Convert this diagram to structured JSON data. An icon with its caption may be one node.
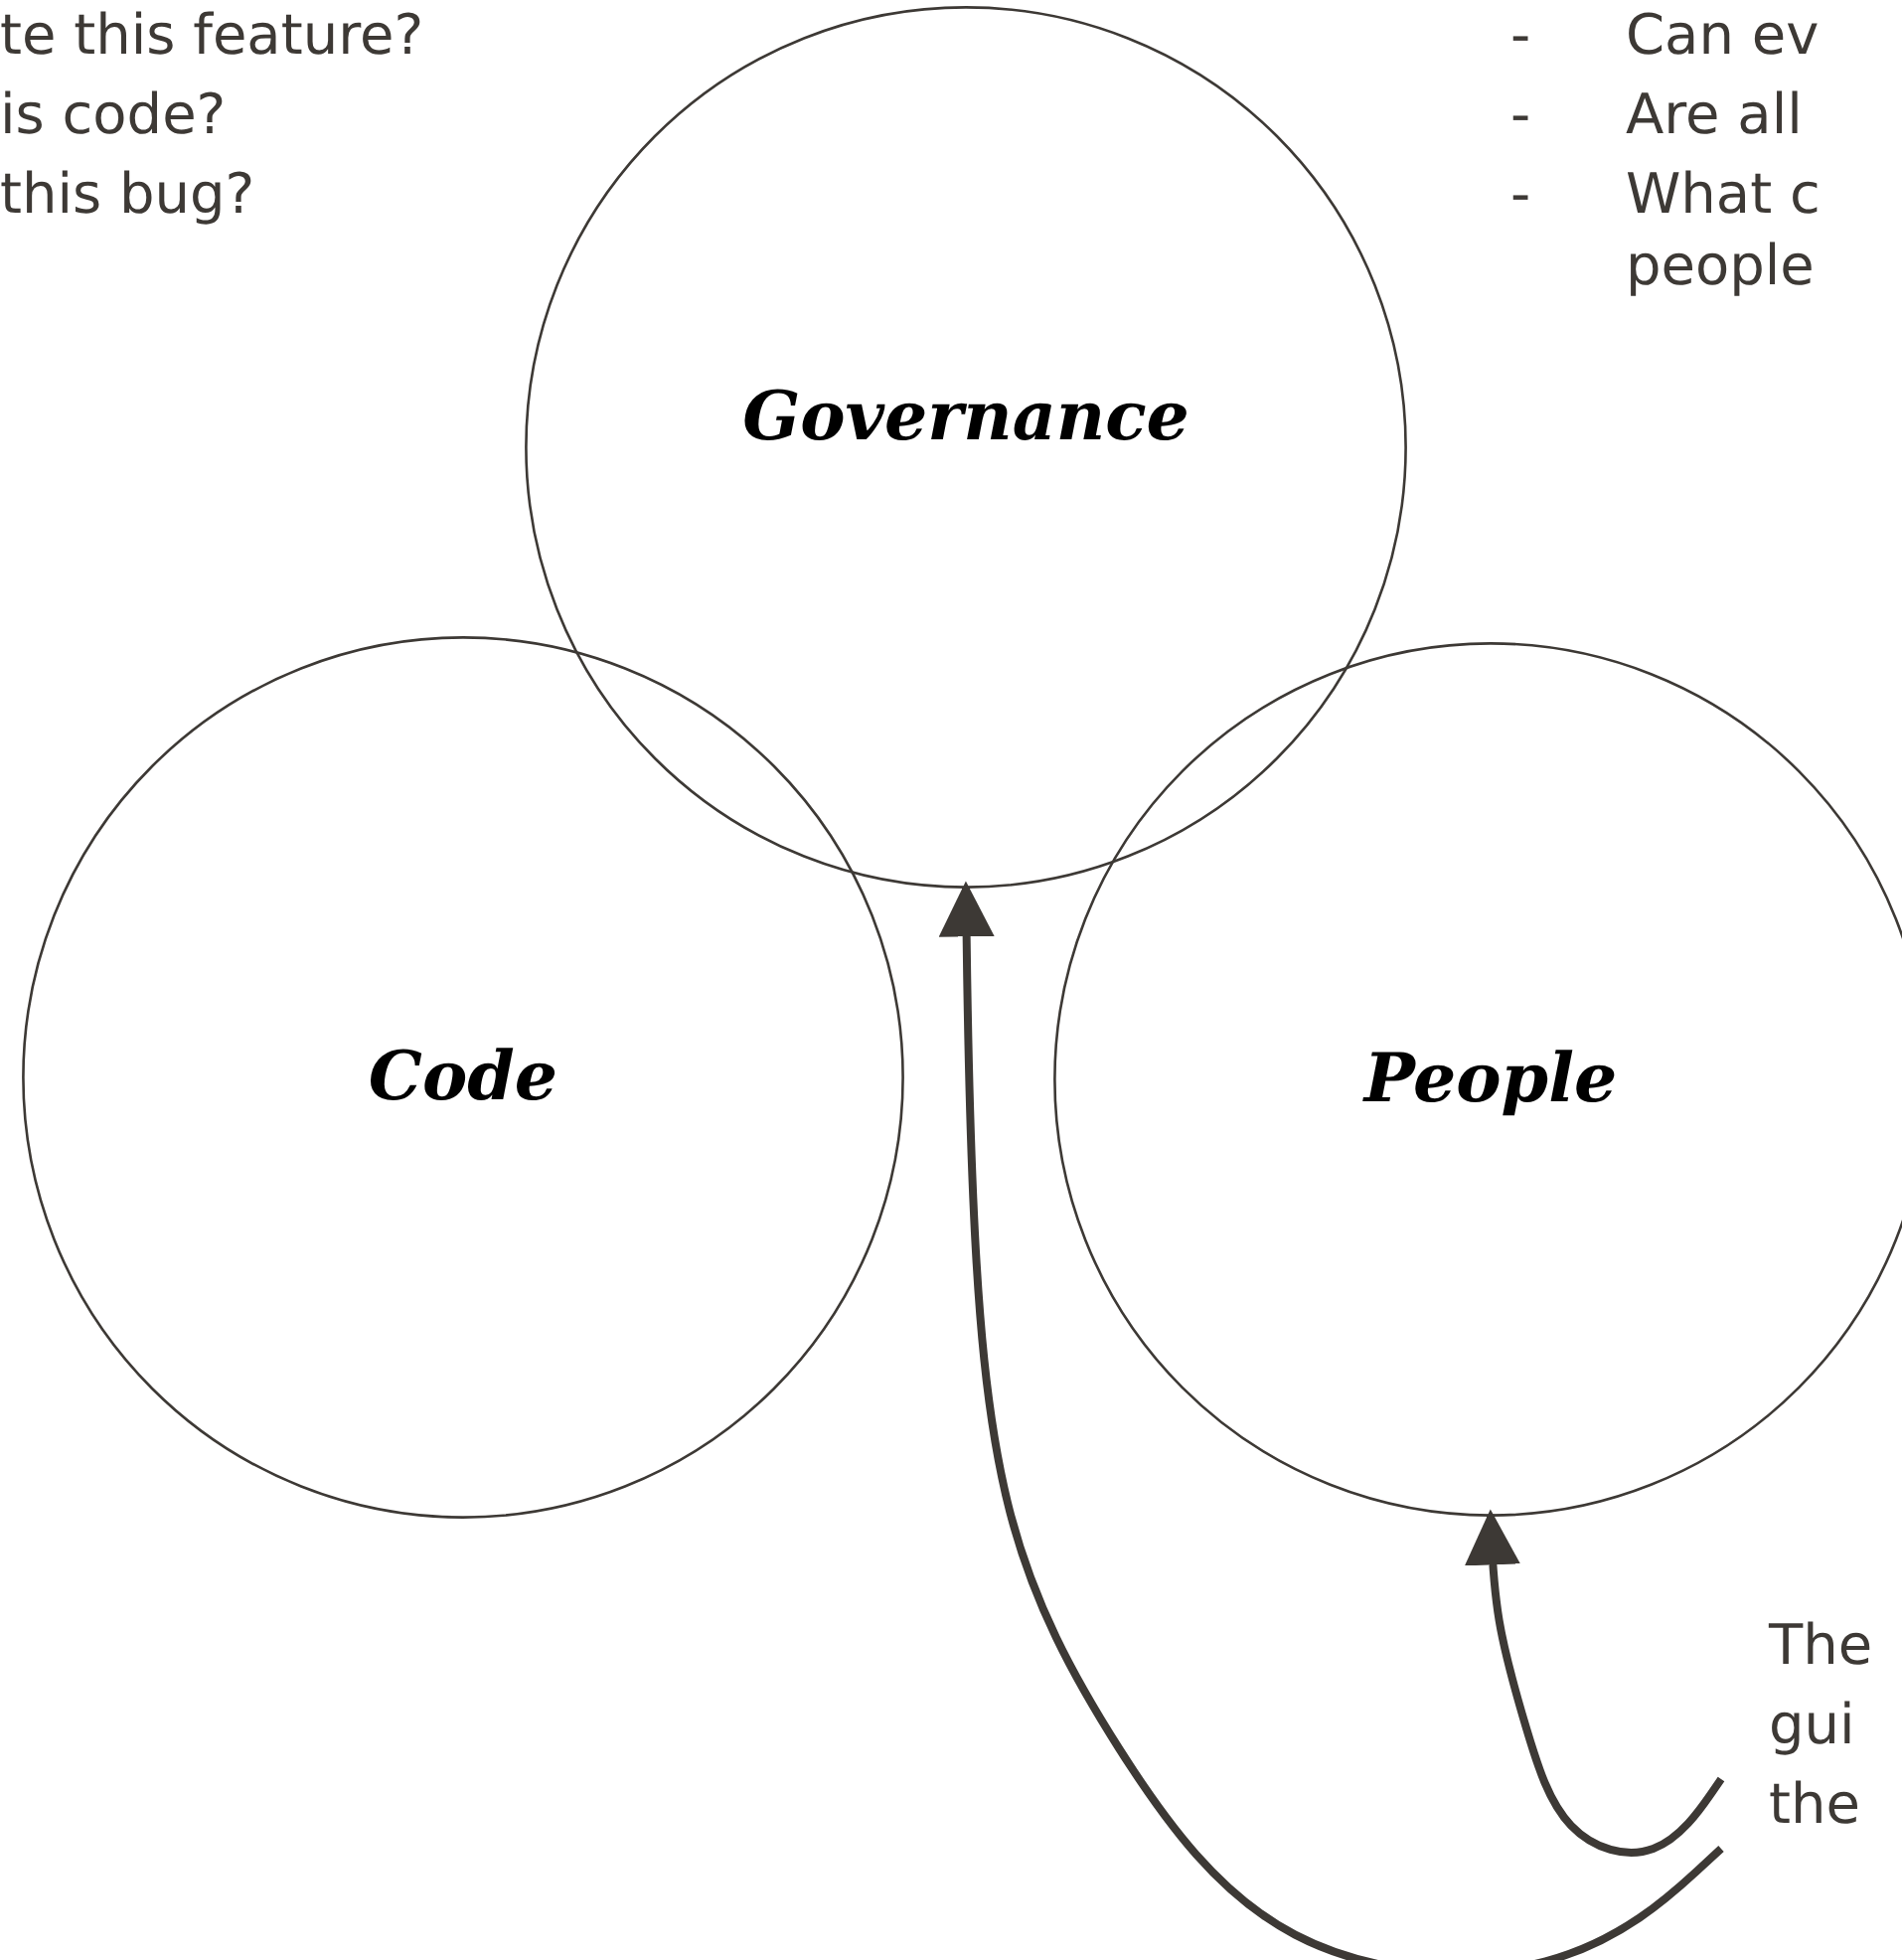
{
  "diagram": {
    "nodes": [
      {
        "text": [
          "Governance"
        ]
      },
      {
        "text": [
          "Code"
        ]
      },
      {
        "text": [
          "People"
        ]
      },
      {
        "text": [
          "The gui the"
        ]
      }
    ],
    "edges": [
      {
        "from": 3,
        "to": 2,
        "arrow": "to"
      },
      {
        "from": 3,
        "to": 0,
        "arrow": "to"
      }
    ],
    "labels": [
      "te this feature?",
      "is code?",
      "this bug?",
      "-",
      "Can ev",
      "-",
      "Are all",
      "-",
      "What c people"
    ]
  }
}
